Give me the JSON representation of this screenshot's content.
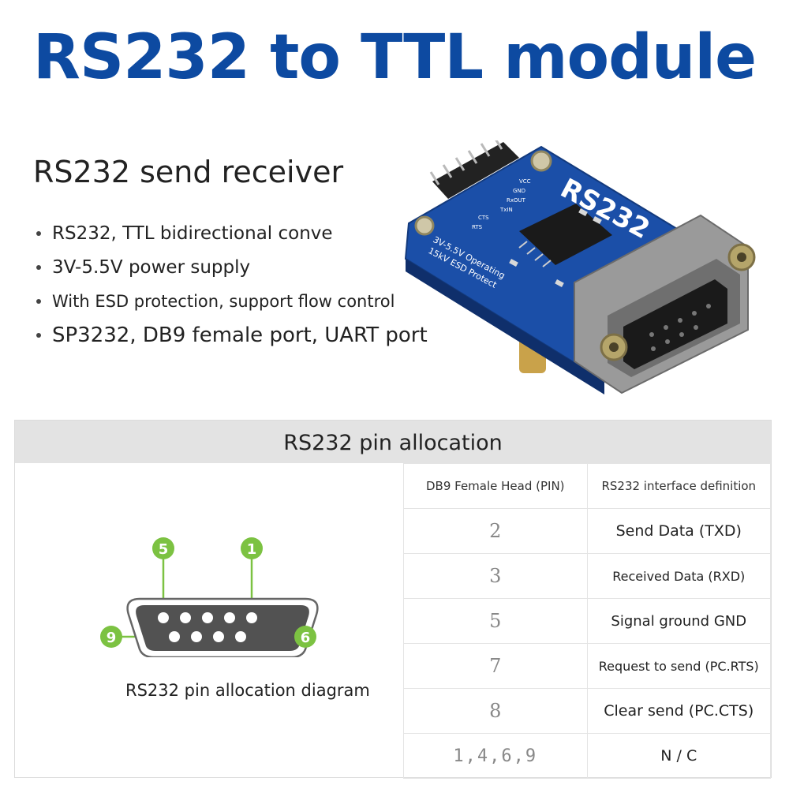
{
  "title": "RS232 to TTL module",
  "features": {
    "heading": "RS232 send receiver",
    "items": [
      "RS232, TTL bidirectional conve",
      "3V-5.5V power supply",
      "With ESD protection, support flow control",
      "SP3232, DB9 female port, UART port"
    ]
  },
  "board": {
    "silkscreen_title": "RS232",
    "pin_labels": [
      "VCC",
      "GND",
      "RxOUT",
      "TxIN",
      "CTS",
      "RTS"
    ],
    "note_line1": "3V-5.5V Operating",
    "note_line2": "15kV ESD Protect",
    "board_color": "#1b4fa8"
  },
  "pin_allocation": {
    "header": "RS232 pin allocation",
    "diagram": {
      "caption": "RS232 pin allocation diagram",
      "labels": {
        "top_left": "5",
        "top_right": "1",
        "bottom_left": "9",
        "bottom_right": "6"
      },
      "label_color": "#7cc242"
    },
    "table": {
      "columns": [
        "DB9 Female Head (PIN)",
        "RS232 interface definition"
      ],
      "rows": [
        {
          "pin": "2",
          "definition": "Send Data (TXD)"
        },
        {
          "pin": "3",
          "definition": "Received Data (RXD)"
        },
        {
          "pin": "5",
          "definition": "Signal ground GND"
        },
        {
          "pin": "7",
          "definition": "Request to send (PC.RTS)"
        },
        {
          "pin": "8",
          "definition": "Clear send (PC.CTS)"
        },
        {
          "pin": "1,4,6,9",
          "definition": "N / C"
        }
      ]
    }
  },
  "colors": {
    "title": "#0d4aa1",
    "header_bg": "#e3e3e3"
  }
}
